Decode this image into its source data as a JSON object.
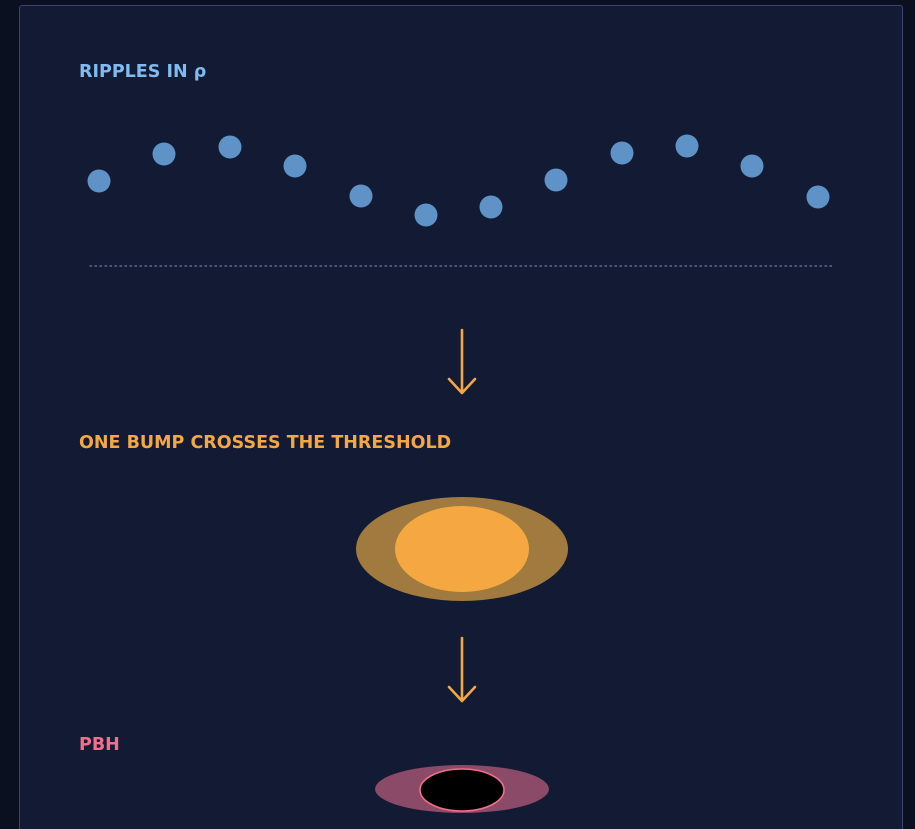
{
  "labels": {
    "ripples": "RIPPLES IN ρ",
    "threshold": "ONE BUMP CROSSES THE THRESHOLD",
    "pbh": "PBH"
  },
  "colors": {
    "background": "#0b1020",
    "panel": "#131a33",
    "ripple_dot": "#5f93c8",
    "threshold_line": "#6a7fa8",
    "arrow": "#f5a742",
    "bump_outer": "#a07a3e",
    "bump_inner": "#f5a742",
    "pbh_disk": "#8a4a68",
    "pbh_core": "#000000",
    "pbh_rim": "#f0708c"
  },
  "icons": {
    "arrow_1": "down-arrow-icon",
    "arrow_2": "down-arrow-icon"
  }
}
